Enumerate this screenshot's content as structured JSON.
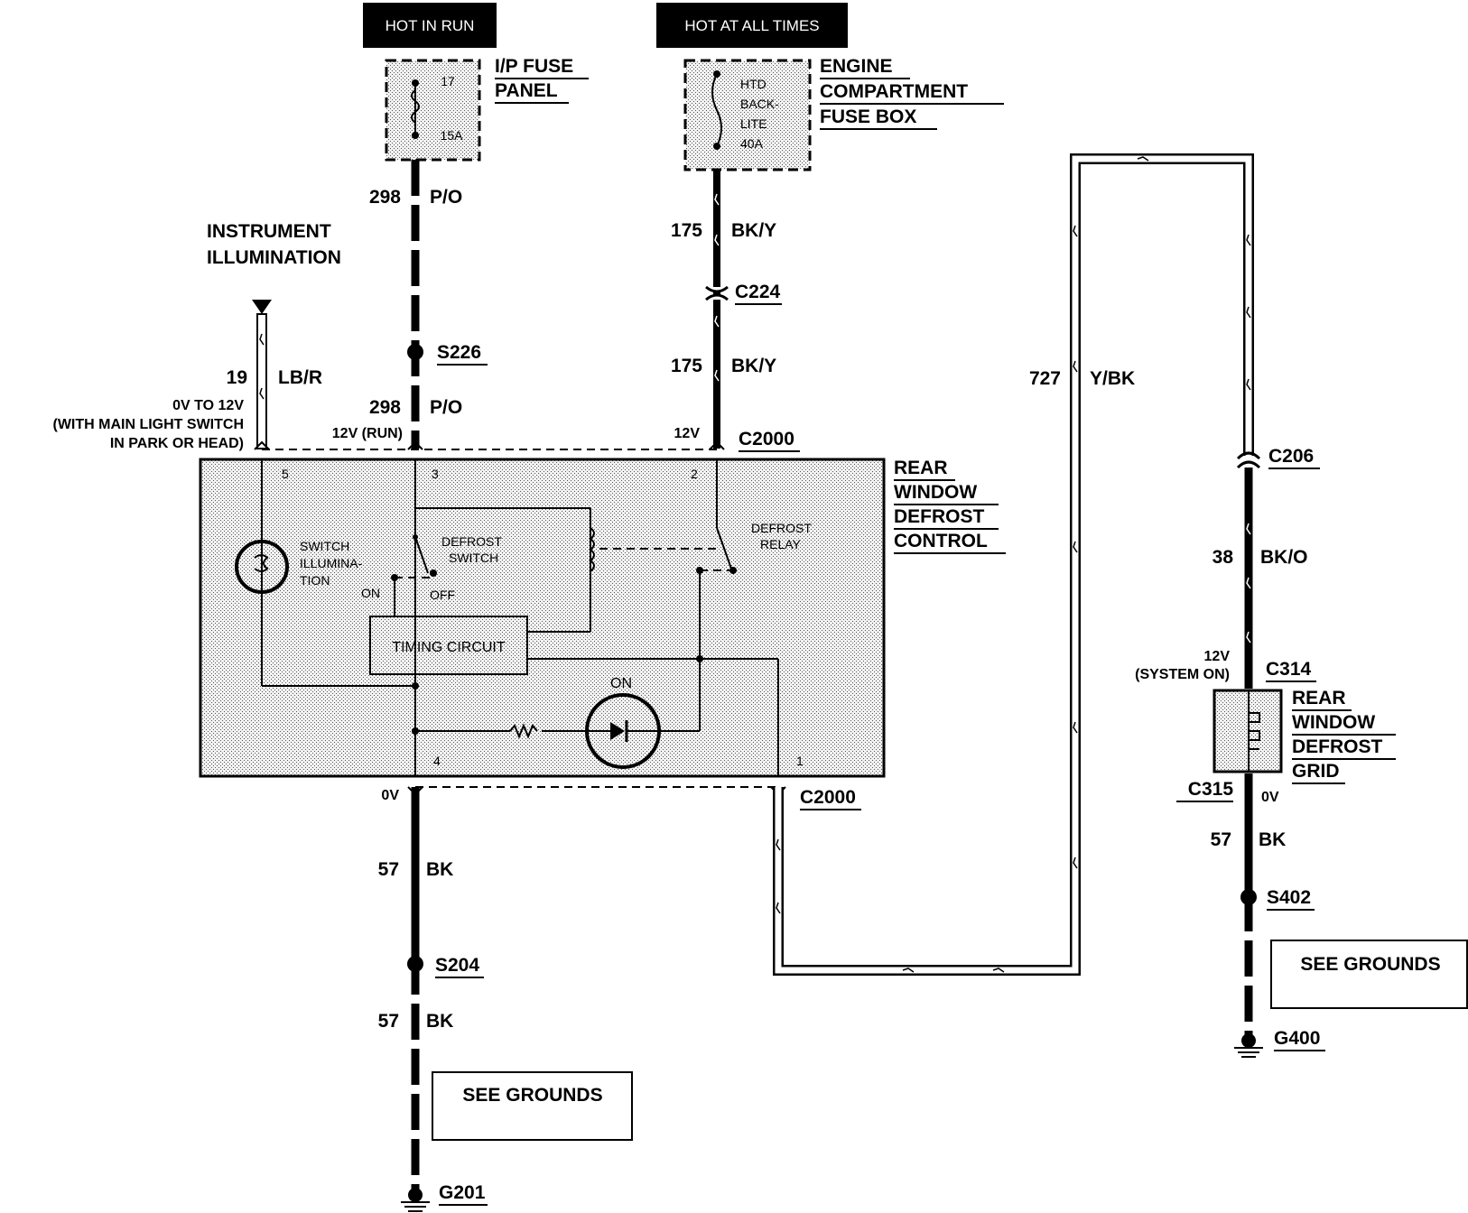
{
  "power": {
    "hot_in_run": "HOT IN RUN",
    "hot_at_all_times": "HOT AT ALL TIMES"
  },
  "fuses": {
    "ip_panel": {
      "title_line1": "I/P FUSE",
      "title_line2": "PANEL",
      "number": "17",
      "rating": "15A"
    },
    "engine_box": {
      "title_line1": "ENGINE",
      "title_line2": "COMPARTMENT",
      "title_line3": "FUSE BOX",
      "label_line1": "HTD",
      "label_line2": "BACK-",
      "label_line3": "LITE",
      "rating": "40A"
    }
  },
  "circuits": {
    "c298_top": {
      "number": "298",
      "color": "P/O"
    },
    "c298_bot": {
      "number": "298",
      "color": "P/O"
    },
    "c175_top": {
      "number": "175",
      "color": "BK/Y"
    },
    "c175_bot": {
      "number": "175",
      "color": "BK/Y"
    },
    "c19": {
      "number": "19",
      "color": "LB/R"
    },
    "c727": {
      "number": "727",
      "color": "Y/BK"
    },
    "c38": {
      "number": "38",
      "color": "BK/O"
    },
    "c57_a": {
      "number": "57",
      "color": "BK"
    },
    "c57_b": {
      "number": "57",
      "color": "BK"
    },
    "c57_c": {
      "number": "57",
      "color": "BK"
    }
  },
  "connectors": {
    "c224": "C224",
    "c2000_top": "C2000",
    "c2000_bot": "C2000",
    "c206": "C206",
    "c314": "C314",
    "c315": "C315"
  },
  "splices": {
    "s226": "S226",
    "s204": "S204",
    "s402": "S402"
  },
  "grounds": {
    "g201": "G201",
    "g400": "G400"
  },
  "instrument_illumination": {
    "line1": "INSTRUMENT",
    "line2": "ILLUMINATION"
  },
  "voltages": {
    "lbr_line1": "0V TO 12V",
    "lbr_line2": "(WITH MAIN LIGHT SWITCH",
    "lbr_line3": "IN PARK OR HEAD)",
    "run_12v": "12V (RUN)",
    "batt_12v": "12V",
    "ground_0v": "0V",
    "grid_12v": "12V",
    "grid_system_on": "(SYSTEM ON)",
    "grid_0v": "0V"
  },
  "control": {
    "title_line1": "REAR",
    "title_line2": "WINDOW",
    "title_line3": "DEFROST",
    "title_line4": "CONTROL",
    "pins": {
      "p5": "5",
      "p3": "3",
      "p2": "2",
      "p4": "4",
      "p1": "1"
    },
    "switch_illum_line1": "SWITCH",
    "switch_illum_line2": "ILLUMINA-",
    "switch_illum_line3": "TION",
    "defrost_switch_line1": "DEFROST",
    "defrost_switch_line2": "SWITCH",
    "on_label": "ON",
    "off_label": "OFF",
    "defrost_relay_line1": "DEFROST",
    "defrost_relay_line2": "RELAY",
    "timing_circuit": "TIMING CIRCUIT",
    "led_on_label": "ON"
  },
  "grid": {
    "title_line1": "REAR",
    "title_line2": "WINDOW",
    "title_line3": "DEFROST",
    "title_line4": "GRID"
  },
  "see_grounds": {
    "left": "SEE GROUNDS",
    "right": "SEE GROUNDS"
  }
}
